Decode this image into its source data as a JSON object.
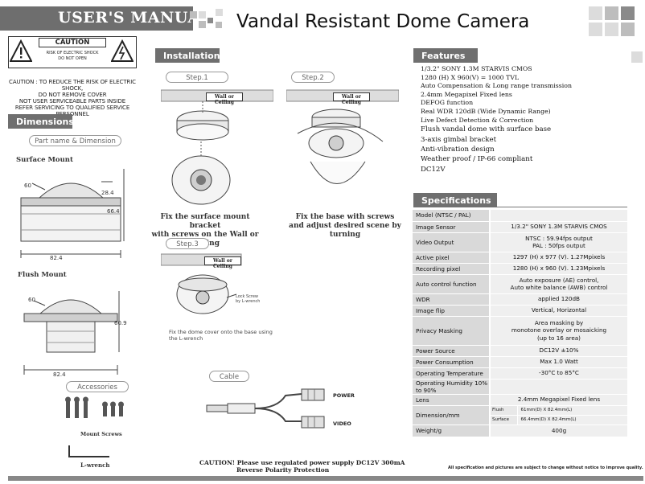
{
  "header": {
    "banner": "USER'S MANUAL",
    "title": "Vandal Resistant Dome Camera"
  },
  "caution": {
    "title": "CAUTION",
    "sub": [
      "RISK OF ELECTRIC SHOCK",
      "DO NOT OPEN"
    ],
    "text": [
      "CAUTION : TO REDUCE THE RISK OF ELECTRIC SHOCK,",
      "DO NOT REMOVE COVER",
      "NOT USER SERVICEABLE PARTS INSIDE",
      "REFER SERVICING TO QUALIFIED SERVICE PERSONNEL"
    ]
  },
  "dimensions": {
    "tab": "Dimensions",
    "pill": "Part name & Dimension",
    "surface": {
      "label": "Surface Mount",
      "d60": "60",
      "d28": "28.4",
      "d66": "66.4",
      "d82": "82.4"
    },
    "flush": {
      "label": "Flush Mount",
      "d60": "60",
      "d60_9": "60.9",
      "d82": "82.4"
    },
    "accessories": {
      "pill": "Accessories",
      "screws": "Mount Screws",
      "wrench": "L-wrench"
    }
  },
  "installation": {
    "tab": "Installation",
    "step1": {
      "pill": "Step.1",
      "ceiling": "Wall or Ceiling",
      "caption": [
        "Fix the surface mount bracket",
        "with screws on the Wall or Ceiling"
      ]
    },
    "step2": {
      "pill": "Step.2",
      "ceiling": "Wall or Ceiling",
      "caption": [
        "Fix the base with screws",
        "and adjust desired scene by turning"
      ]
    },
    "step3": {
      "pill": "Step.3",
      "ceiling": "Wall or Ceiling",
      "lock": [
        "Lock Screw",
        "by L-wrench"
      ],
      "caption": [
        "Fix the dome cover onto the base using",
        "the L-wrench"
      ]
    },
    "cable": {
      "pill": "Cable",
      "power": "POWER",
      "video": "VIDEO"
    }
  },
  "features": {
    "tab": "Features",
    "items": [
      {
        "text": "1/3.2\"  SONY 1.3M STARVIS CMOS",
        "big": false
      },
      {
        "text": "1280 (H) X 960(V) = 1000 TVL",
        "big": false
      },
      {
        "text": "Auto Compensation & Long range transmission",
        "big": false
      },
      {
        "text": "2.4mm Megapixel Fixed lens",
        "big": false
      },
      {
        "text": "DEFOG function",
        "big": false
      },
      {
        "text": "Real WDR 120dB (Wide Dynamic Range)",
        "big": false
      },
      {
        "text": "Live Defect Detection & Correction",
        "big": false
      },
      {
        "text": "Flush vandal dome with surface base",
        "big": true
      },
      {
        "text": "3-axis gimbal bracket",
        "big": true
      },
      {
        "text": "Anti-vibration design",
        "big": true
      },
      {
        "text": "Weather proof / IP-66 compliant",
        "big": true
      },
      {
        "text": "DC12V",
        "big": true
      }
    ]
  },
  "specifications": {
    "tab": "Specifications",
    "rows": [
      {
        "k": "Model (NTSC / PAL)",
        "v": ""
      },
      {
        "k": "Image Sensor",
        "v": "1/3.2\"  SONY 1.3M STARVIS CMOS"
      },
      {
        "k": "Video Output",
        "v": "NTSC : 59.94fps  output\nPAL : 50fps  output"
      },
      {
        "k": "Active pixel",
        "v": "1297 (H) x 977 (V). 1.27Mpixels"
      },
      {
        "k": "Recording  pixel",
        "v": "1280 (H) x 960 (V). 1.23Mpixels"
      },
      {
        "k": "Auto control function",
        "v": "Auto exposure (AE) control,\nAuto white balance (AWB) control"
      },
      {
        "k": "WDR",
        "v": "applied 120dB"
      },
      {
        "k": "Image flip",
        "v": "Vertical, Horizontal"
      },
      {
        "k": "Privacy Masking",
        "v": "Area masking by\nmonotone overlay or mosaicking\n(up to 16 area)"
      },
      {
        "k": "Power Source",
        "v": "DC12V ±10%"
      },
      {
        "k": "Power Consumption",
        "v": "Max 1.0 Watt"
      },
      {
        "k": "Operating Temperature",
        "v": "-30°C to 85°C"
      },
      {
        "k": "Operating Humidity 10% to 90%",
        "v": ""
      },
      {
        "k": "Lens",
        "v": "2.4mm Megapixel Fixed lens"
      }
    ],
    "dimension": {
      "k": "Dimension/mm",
      "flush_label": "Flush",
      "flush_v": "61mm(D) X 82.4mm(L)",
      "surface_label": "Surface",
      "surface_v": "66.4mm(D) X 82.4mm(L)"
    },
    "weight": {
      "k": "Weight/g",
      "v": "400g"
    }
  },
  "footer": {
    "caution": [
      "CAUTION!  Please use regulated power supply DC12V 300mA",
      "Reverse Polarity Protection"
    ],
    "note": "All specification and pictures are subject to change without notice to improve quality."
  },
  "colors": {
    "tab": "#6f6f6f",
    "key_cell": "#d9d9d9",
    "value_cell": "#efefef"
  }
}
